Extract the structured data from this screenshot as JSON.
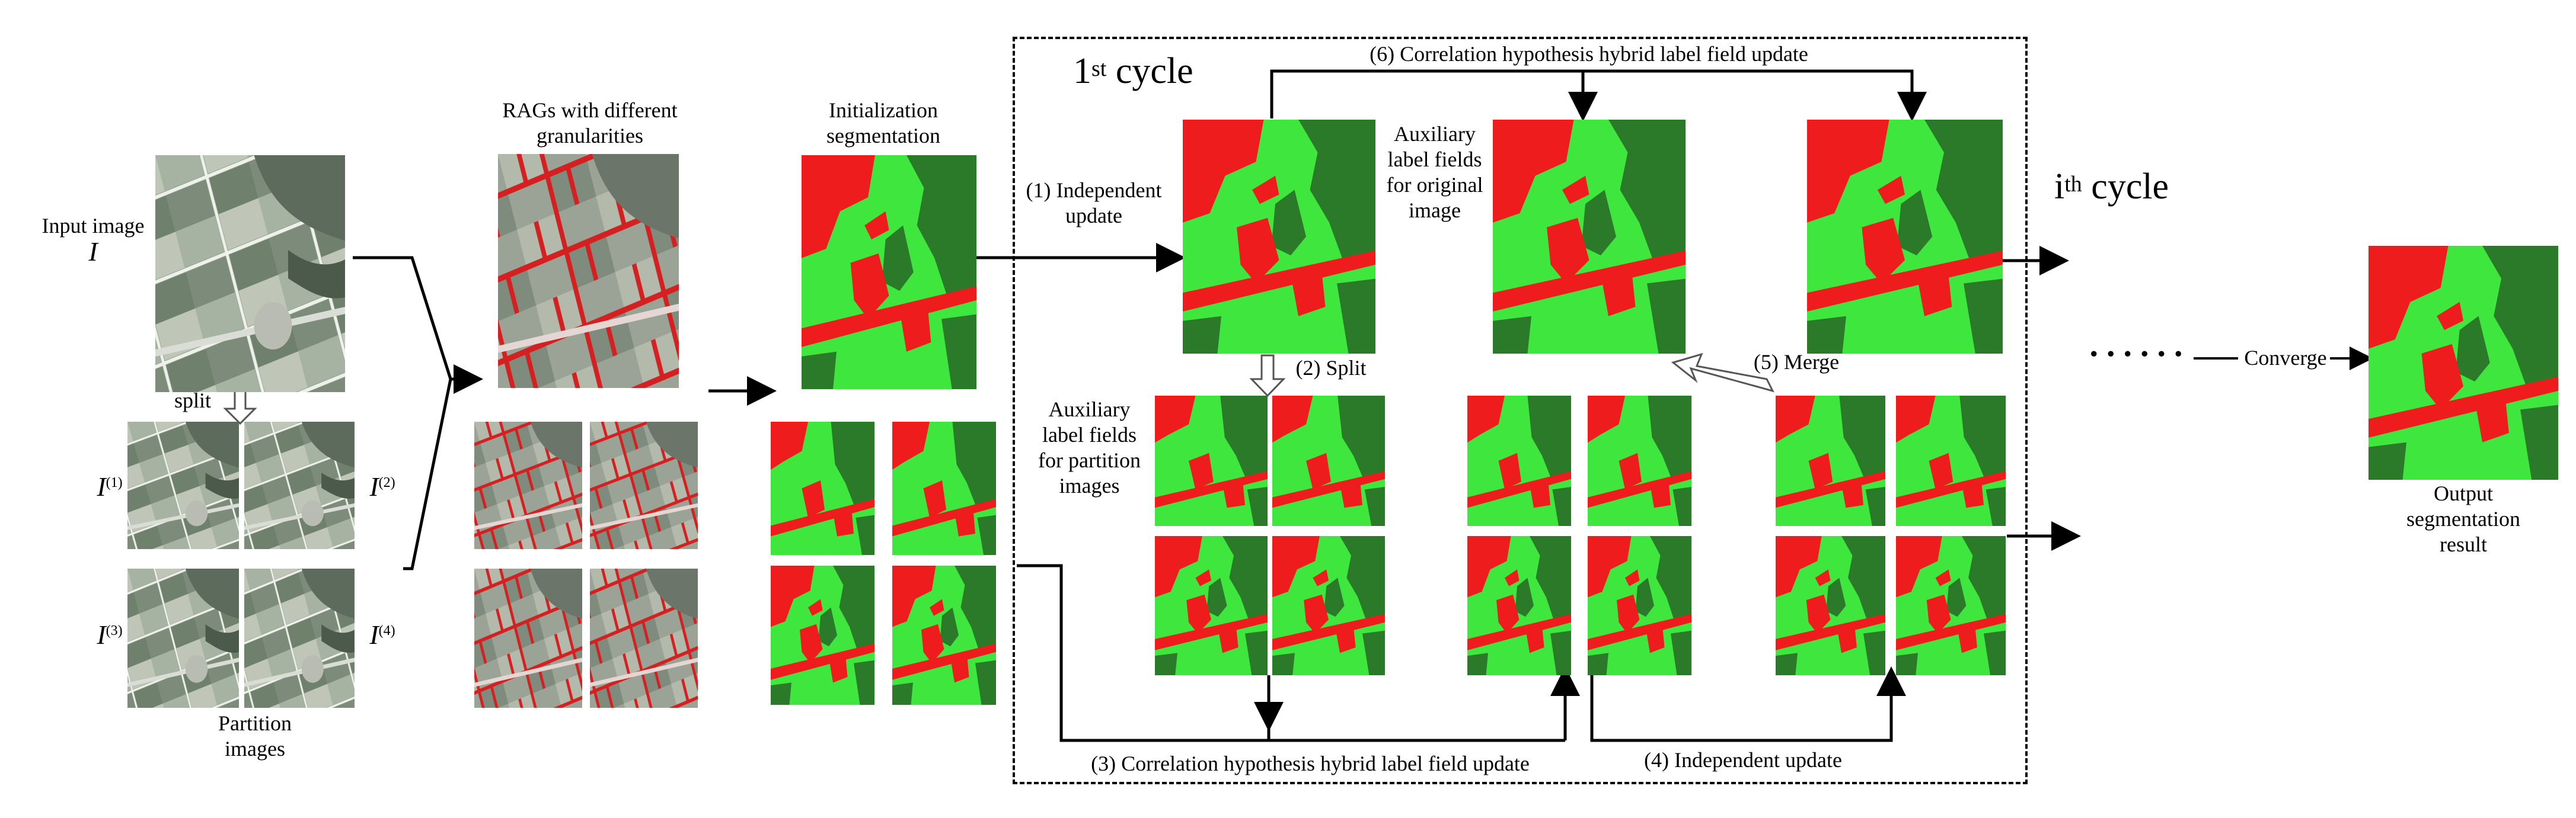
{
  "labels": {
    "input_image": "Input image",
    "input_var": "I",
    "split": "split",
    "partition_images": "Partition\nimages",
    "rags": "RAGs with different\ngranularities",
    "init_seg": "Initialization\nsegmentation",
    "cycle_1_base": "1",
    "cycle_1_sup": "st",
    "cycle_1_word": " cycle",
    "cycle_i_base": "i",
    "cycle_i_sup": "th",
    "cycle_i_word": " cycle",
    "step1": "(1) Independent\nupdate",
    "step2": "(2) Split",
    "step3": "(3) Correlation hypothesis hybrid label field update",
    "step4": "(4) Independent update",
    "step5": "(5) Merge",
    "step6": "(6) Correlation hypothesis hybrid label field update",
    "aux_original": "Auxiliary\nlabel fields\nfor original\nimage",
    "aux_partition": "Auxiliary\nlabel fields\nfor partition\nimages",
    "dots": "......",
    "converge": "Converge",
    "output": "Output\nsegmentation\nresult",
    "part_var": "I",
    "part1_sup": "(1)",
    "part2_sup": "(2)",
    "part3_sup": "(3)",
    "part4_sup": "(4)"
  },
  "colors": {
    "light_green": "#3ee63e",
    "dark_green": "#2a7a2a",
    "red": "#ee1c1c",
    "satellite_a": "#8a9a88",
    "satellite_b": "#5d6b5c",
    "rag_line": "#d42020"
  }
}
